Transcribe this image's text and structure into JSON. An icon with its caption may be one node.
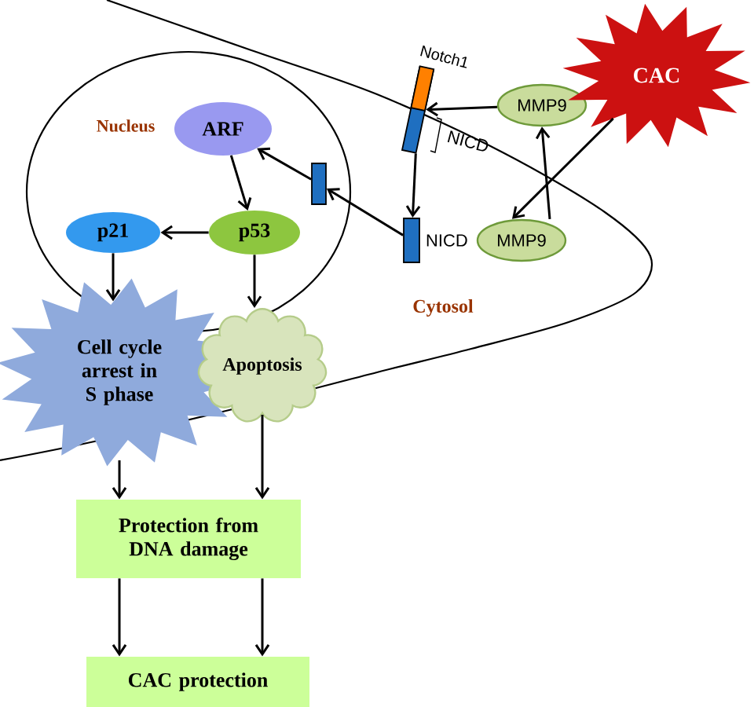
{
  "diagram": {
    "nodes": [
      {
        "text": [
          "Nucleus"
        ]
      },
      {
        "text": [
          "ARF"
        ],
        "in": 0
      },
      {
        "text": [
          "p53"
        ],
        "in": 0
      },
      {
        "text": [
          "p21"
        ],
        "in": 0
      },
      {
        "text": [],
        "shape": "bar",
        "in": 0
      },
      {
        "text": [],
        "shape": "bar",
        "beside": [
          "Notch1",
          "NICD"
        ]
      },
      {
        "text": [],
        "shape": "bar",
        "beside": [
          "NICD"
        ]
      },
      {
        "text": [
          "MMP9"
        ]
      },
      {
        "text": [
          "MMP9"
        ]
      },
      {
        "text": [
          "CAC"
        ]
      },
      {
        "text": [
          "Cell cycle arrest in S phase"
        ]
      },
      {
        "text": [
          "Apoptosis"
        ]
      },
      {
        "text": [
          "Protection from DNA damage"
        ]
      },
      {
        "text": [
          "CAC protection"
        ]
      }
    ],
    "edges": [
      {
        "from": 1,
        "to": 2,
        "arrow": "to"
      },
      {
        "from": 2,
        "to": 3,
        "arrow": "to"
      },
      {
        "from": 3,
        "to": 10,
        "arrow": "to"
      },
      {
        "from": 2,
        "to": 11,
        "arrow": "to"
      },
      {
        "from": 4,
        "to": 1,
        "arrow": "to"
      },
      {
        "from": 6,
        "to": 4,
        "arrow": "to"
      },
      {
        "from": 5,
        "to": 6,
        "arrow": "to"
      },
      {
        "from": 7,
        "to": 5,
        "arrow": "to"
      },
      {
        "from": 9,
        "to": 8,
        "arrow": "to"
      },
      {
        "from": 8,
        "to": 7,
        "arrow": "to"
      },
      {
        "from": 10,
        "to": 12,
        "arrow": "to"
      },
      {
        "from": 11,
        "to": 12,
        "arrow": "to"
      },
      {
        "from": 12,
        "to": 13,
        "arrow": "to"
      },
      {
        "from": 12,
        "to": 13,
        "arrow": "to"
      }
    ],
    "labels": [
      "Cytosol"
    ]
  }
}
